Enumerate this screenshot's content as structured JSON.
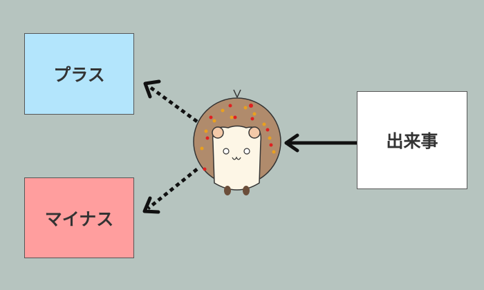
{
  "boxes": {
    "plus": {
      "label": "プラス",
      "color": "#b3e5fc"
    },
    "minus": {
      "label": "マイナス",
      "color": "#ff9e9e"
    },
    "event": {
      "label": "出来事",
      "color": "#ffffff"
    }
  }
}
